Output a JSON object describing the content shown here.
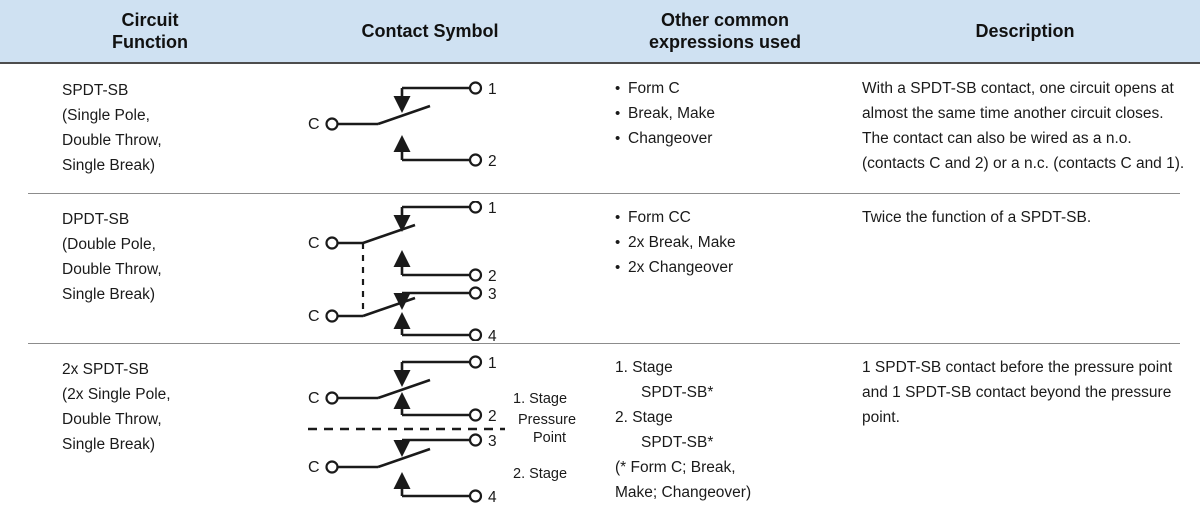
{
  "table": {
    "headers": [
      {
        "line1": "Circuit",
        "line2": "Function"
      },
      {
        "line1": "Contact Symbol",
        "line2": ""
      },
      {
        "line1": "Other common",
        "line2": "expressions used"
      },
      {
        "line1": "Description",
        "line2": ""
      }
    ],
    "rows": [
      {
        "function": {
          "name": "SPDT-SB",
          "detail_lines": [
            "(Single Pole,",
            "Double Throw,",
            "Single Break)"
          ]
        },
        "symbol": {
          "common_terminals": [
            "C"
          ],
          "numbered_terminals": [
            "1",
            "2"
          ],
          "annotations": []
        },
        "expressions": [
          "Form C",
          "Break, Make",
          "Changeover"
        ],
        "description": "With a SPDT-SB contact, one circuit opens at almost the same time another circuit closes. The contact can also be wired as a n.o. (contacts C and 2) or a n.c. (contacts C and 1)."
      },
      {
        "function": {
          "name": "DPDT-SB",
          "detail_lines": [
            "(Double Pole,",
            "Double Throw,",
            "Single Break)"
          ]
        },
        "symbol": {
          "common_terminals": [
            "C",
            "C"
          ],
          "numbered_terminals": [
            "1",
            "2",
            "3",
            "4"
          ],
          "annotations": []
        },
        "expressions": [
          "Form CC",
          "2x Break, Make",
          "2x Changeover"
        ],
        "description": "Twice the function of a SPDT-SB."
      },
      {
        "function": {
          "name": "2x SPDT-SB",
          "detail_lines": [
            "(2x Single Pole,",
            "Double Throw,",
            "Single Break)"
          ]
        },
        "symbol": {
          "common_terminals": [
            "C",
            "C"
          ],
          "numbered_terminals": [
            "1",
            "2",
            "3",
            "4"
          ],
          "annotations": [
            "1. Stage",
            "Pressure",
            "Point",
            "2. Stage"
          ]
        },
        "expressions_numbered": [
          "1. Stage",
          "SPDT-SB*",
          "2. Stage",
          "SPDT-SB*",
          "(* Form C; Break,",
          "Make; Changeover)"
        ],
        "description": "1 SPDT-SB contact before the pressure point and 1 SPDT-SB contact beyond the pressure point."
      }
    ]
  },
  "colors": {
    "header_background": "#cfe1f2",
    "header_rule": "#4d4d4d",
    "row_rule": "#8c8c8c",
    "ink": "#1a1a1a"
  }
}
